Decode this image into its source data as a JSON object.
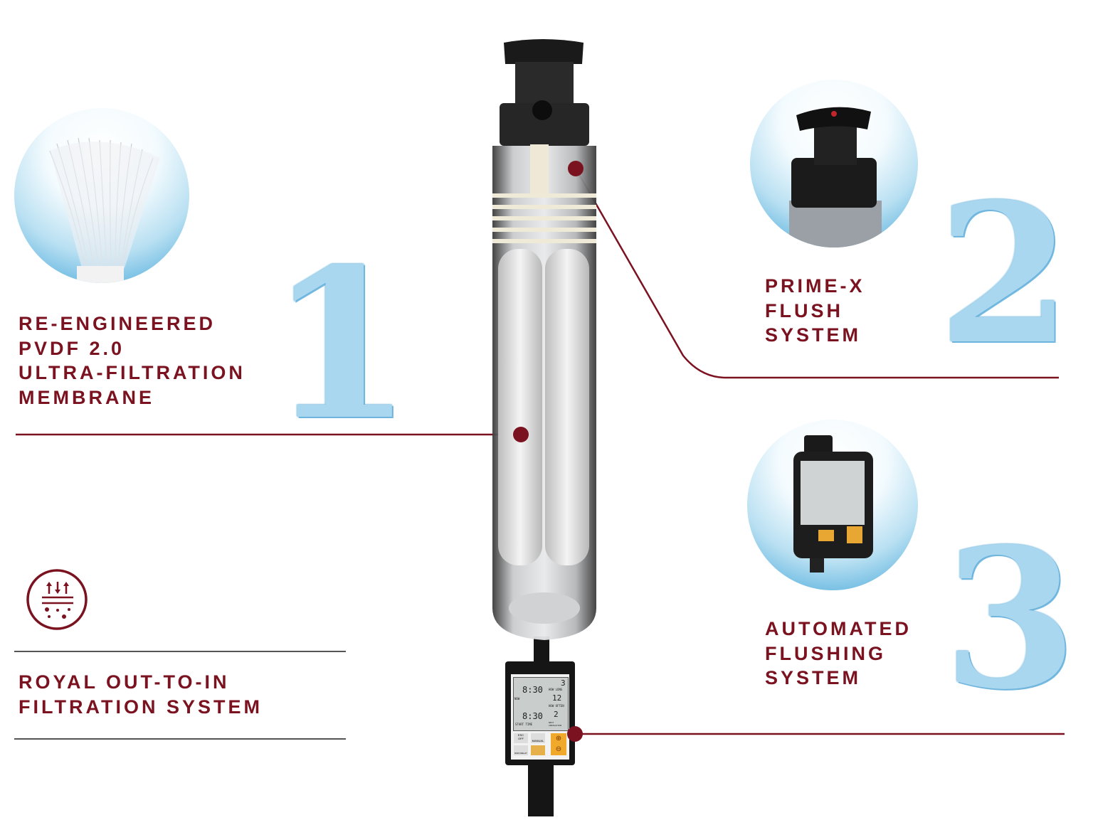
{
  "features": [
    {
      "number": "1",
      "lines": [
        "RE-ENGINEERED",
        "PVDF 2.0",
        "ULTRA-FILTRATION",
        "MEMBRANE"
      ],
      "image": "membrane-fibers"
    },
    {
      "number": "2",
      "lines": [
        "PRIME-X",
        "FLUSH",
        "SYSTEM"
      ],
      "image": "valve-head"
    },
    {
      "number": "3",
      "lines": [
        "AUTOMATED",
        "FLUSHING",
        "SYSTEM"
      ],
      "image": "timer-controller"
    }
  ],
  "bottom_feature": {
    "lines": [
      "ROYAL OUT-TO-IN",
      "FILTRATION SYSTEM"
    ],
    "icon": "filtration-flow-icon"
  },
  "timer_display": {
    "time_now": "8:30",
    "now_label": "NOW",
    "how_long": "3",
    "how_long_label": "HOW LONG",
    "how_often": "12",
    "how_often_label": "HOW OFTEN",
    "next": "2",
    "next_label": "NEXT IRRIGATION",
    "start_time": "8:30",
    "start_label": "START TIME",
    "esc_label": "ESC",
    "off_label": "OFF",
    "manual_label": "MANUAL",
    "rain_delay_label": "RAIN DELAY"
  },
  "colors": {
    "accent": "#7b1220",
    "divider": "#555555",
    "water": "#4aa8dc"
  }
}
